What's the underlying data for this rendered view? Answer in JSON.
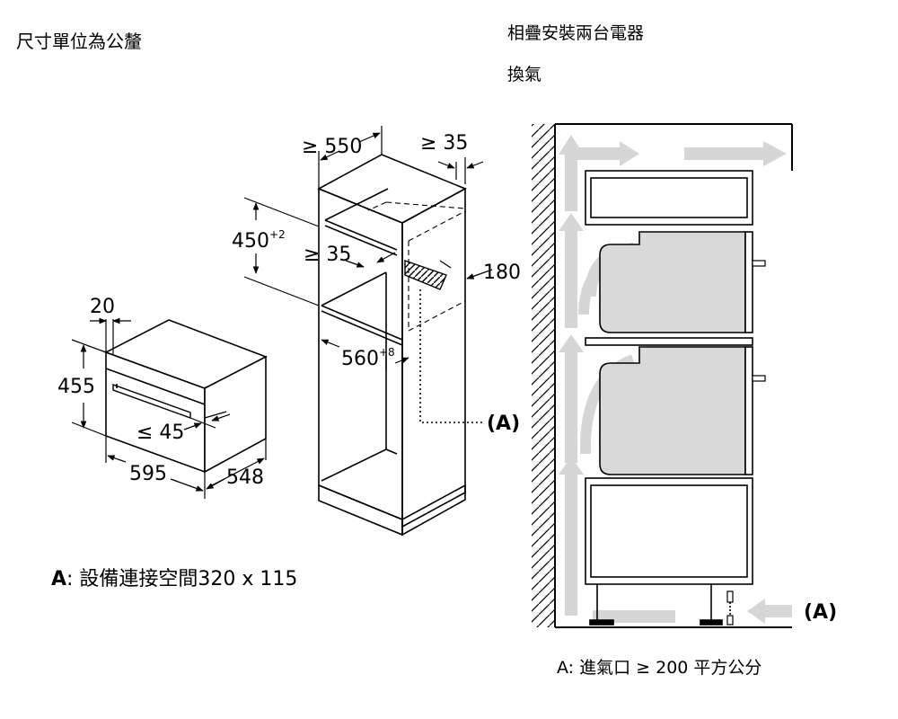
{
  "header": {
    "units_note": "尺寸單位為公釐",
    "stacking_title": "相疊安裝兩台電器",
    "ventilation_title": "換氣"
  },
  "dimensions": {
    "cabinet_depth": "≥ 550",
    "gap_top_right": "≥ 35",
    "niche_height": "450",
    "niche_height_tol": "+2",
    "gap_inner": "≥ 35",
    "vent_depth": "180",
    "niche_width": "560",
    "niche_width_tol": "+8",
    "panel_offset": "20",
    "appliance_height": "455",
    "handle_projection": "≤ 45",
    "appliance_width": "595",
    "appliance_depth": "548"
  },
  "callouts": {
    "a_label_left": "(A)",
    "a_label_right": "(A)"
  },
  "legend": {
    "a_letter": "A",
    "a_text": ": 設備連接空間320 x 115",
    "intake_text": "A: 進氣口 ≥ 200 平方公分"
  },
  "colors": {
    "line": "#000000",
    "appliance_fill": "#d9d9d9",
    "airflow_arrow": "#d6d6d6",
    "hatch": "#000000"
  }
}
